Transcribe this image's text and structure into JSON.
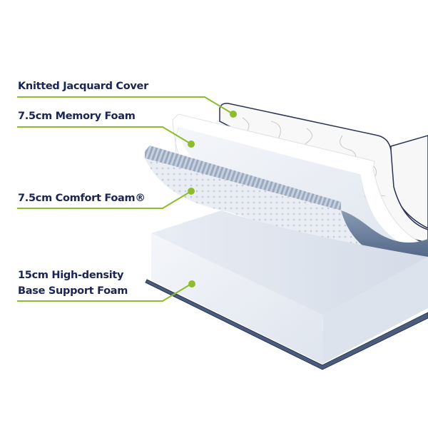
{
  "labels": {
    "cover": "Knitted Jacquard Cover",
    "memory_foam": "7.5cm Memory Foam",
    "comfort_foam": "7.5cm Comfort Foam®",
    "base_line1": "15cm High-density",
    "base_line2": "Base Support Foam"
  },
  "colors": {
    "text": "#1b2452",
    "leader": "#8dbd2c",
    "foam": "#eef1f6",
    "foam_shade": "#c9d3e2",
    "edge": "#2a3354"
  }
}
